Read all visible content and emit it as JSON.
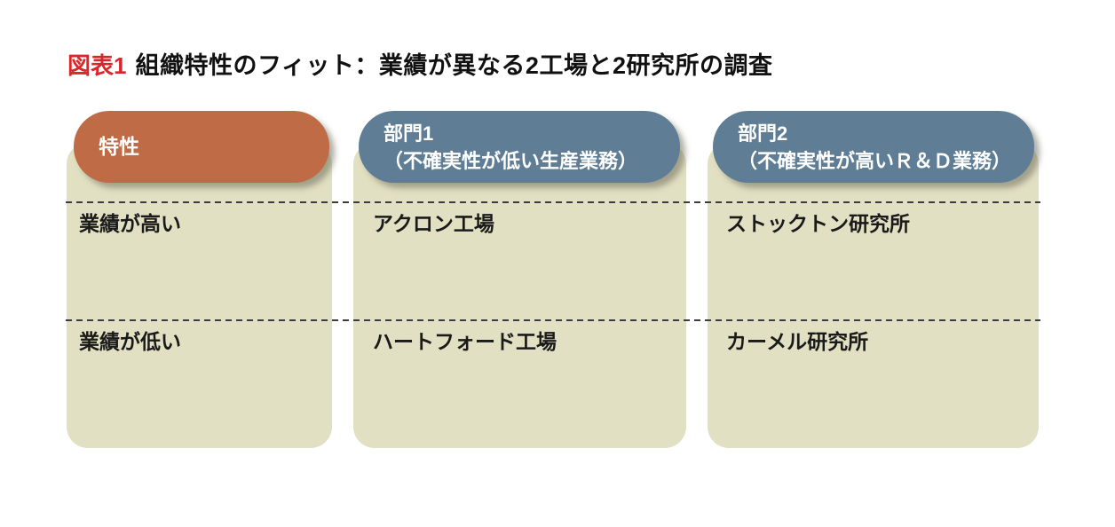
{
  "figure": {
    "label": "図表1",
    "title": "組織特性のフィット：業績が異なる2工場と2研究所の調査"
  },
  "table": {
    "columns": [
      {
        "id": "characteristics",
        "header_line1": "特性",
        "header_line2": "",
        "header_color": "#bf6b45",
        "cells": [
          "業績が高い",
          "業績が低い"
        ]
      },
      {
        "id": "department-1",
        "header_line1": "部門1",
        "header_line2": "（不確実性が低い生産業務）",
        "header_color": "#5f7e96",
        "cells": [
          "アクロン工場",
          "ハートフォード工場"
        ]
      },
      {
        "id": "department-2",
        "header_line1": "部門2",
        "header_line2": "（不確実性が高いＲ＆Ｄ業務）",
        "header_color": "#5f7e96",
        "cells": [
          "ストックトン研究所",
          "カーメル研究所"
        ]
      }
    ],
    "colors": {
      "accent_red": "#d9262b",
      "header_orange": "#bf6b45",
      "header_blue": "#5f7e96",
      "body_beige": "#e2e0c2",
      "dash_line": "#3c3c3c",
      "text": "#1a1a1a",
      "header_text": "#ffffff",
      "background": "#ffffff"
    }
  }
}
